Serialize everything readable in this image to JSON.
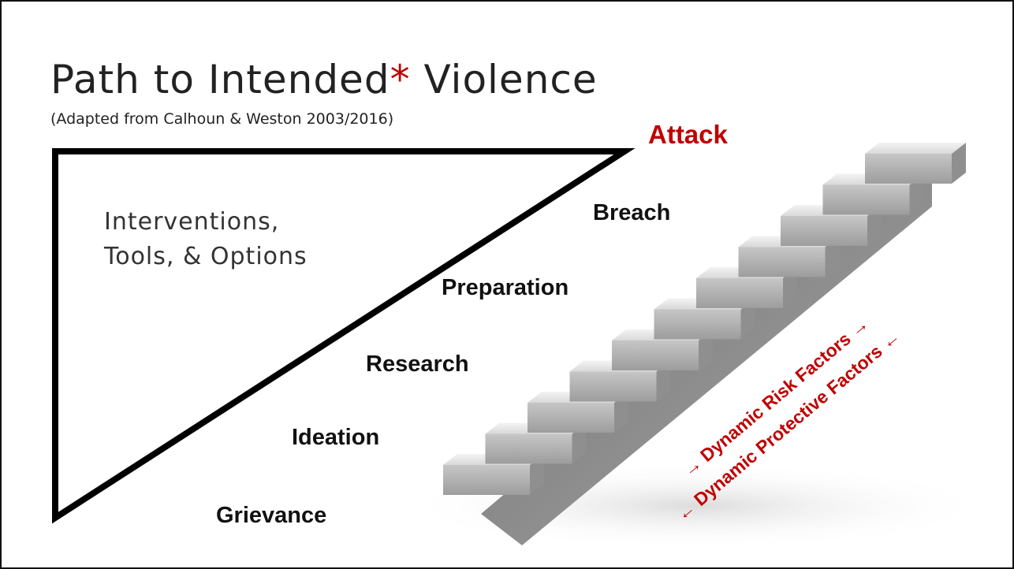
{
  "slide": {
    "title_main": "Path to Intended",
    "title_star": "*",
    "title_end": " Violence",
    "subtitle": "(Adapted from Calhoun & Weston 2003/2016)",
    "interventions_line1": "Interventions,",
    "interventions_line2": "Tools, & Options"
  },
  "stages": [
    {
      "label": "Attack"
    },
    {
      "label": "Breach"
    },
    {
      "label": "Preparation"
    },
    {
      "label": "Research"
    },
    {
      "label": "Ideation"
    },
    {
      "label": "Grievance"
    }
  ],
  "factors": {
    "risk": "→ Dynamic Risk Factors →",
    "protective": "← Dynamic Protective Factors ←"
  },
  "colors": {
    "accent": "#c00000",
    "text": "#111111",
    "step_top": "#e9e9e9",
    "step_front": "#b4b4b4",
    "stringer": "#8a8a8a"
  }
}
